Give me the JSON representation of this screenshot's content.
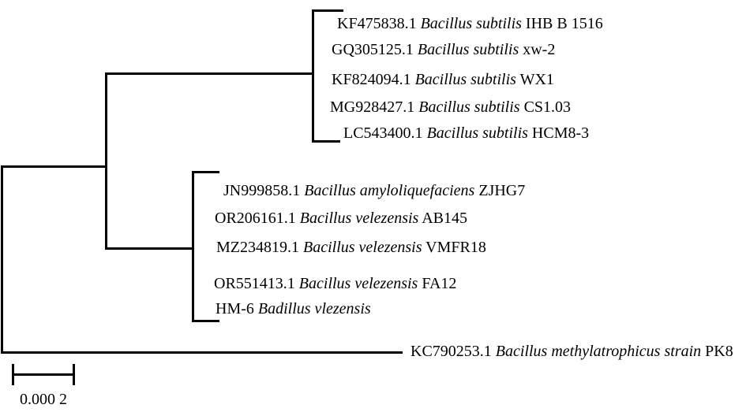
{
  "tree": {
    "type": "phylogenetic-tree",
    "colors": {
      "line": "#000000",
      "text": "#000000",
      "background": "#ffffff"
    },
    "scale_bar": {
      "label": "0.000 2"
    },
    "taxa": [
      {
        "accession": "KF475838.1",
        "species": "Bacillus subtilis",
        "strain": "IHB B 1516"
      },
      {
        "accession": "GQ305125.1",
        "species": "Bacillus subtilis",
        "strain": "xw-2"
      },
      {
        "accession": "KF824094.1",
        "species": "Bacillus subtilis",
        "strain": "WX1"
      },
      {
        "accession": "MG928427.1",
        "species": "Bacillus subtilis",
        "strain": "CS1.03"
      },
      {
        "accession": "LC543400.1",
        "species": "Bacillus subtilis",
        "strain": "HCM8-3"
      },
      {
        "accession": "JN999858.1",
        "species": "Bacillus amyloliquefaciens",
        "strain": "ZJHG7"
      },
      {
        "accession": "OR206161.1",
        "species": "Bacillus velezensis",
        "strain": "AB145"
      },
      {
        "accession": "MZ234819.1",
        "species": "Bacillus velezensis",
        "strain": "VMFR18"
      },
      {
        "accession": "OR551413.1",
        "species": "Bacillus velezensis",
        "strain": "FA12"
      },
      {
        "accession": "HM-6",
        "species": "Badillus vlezensis",
        "strain": ""
      },
      {
        "accession": "KC790253.1",
        "species": "Bacillus methylatrophicus strain",
        "strain": "PK8"
      }
    ],
    "topology": "(((KF475838.1,GQ305125.1,KF824094.1,MG928427.1,LC543400.1),(JN999858.1,OR206161.1,MZ234819.1,OR551413.1,HM-6)),KC790253.1)"
  }
}
